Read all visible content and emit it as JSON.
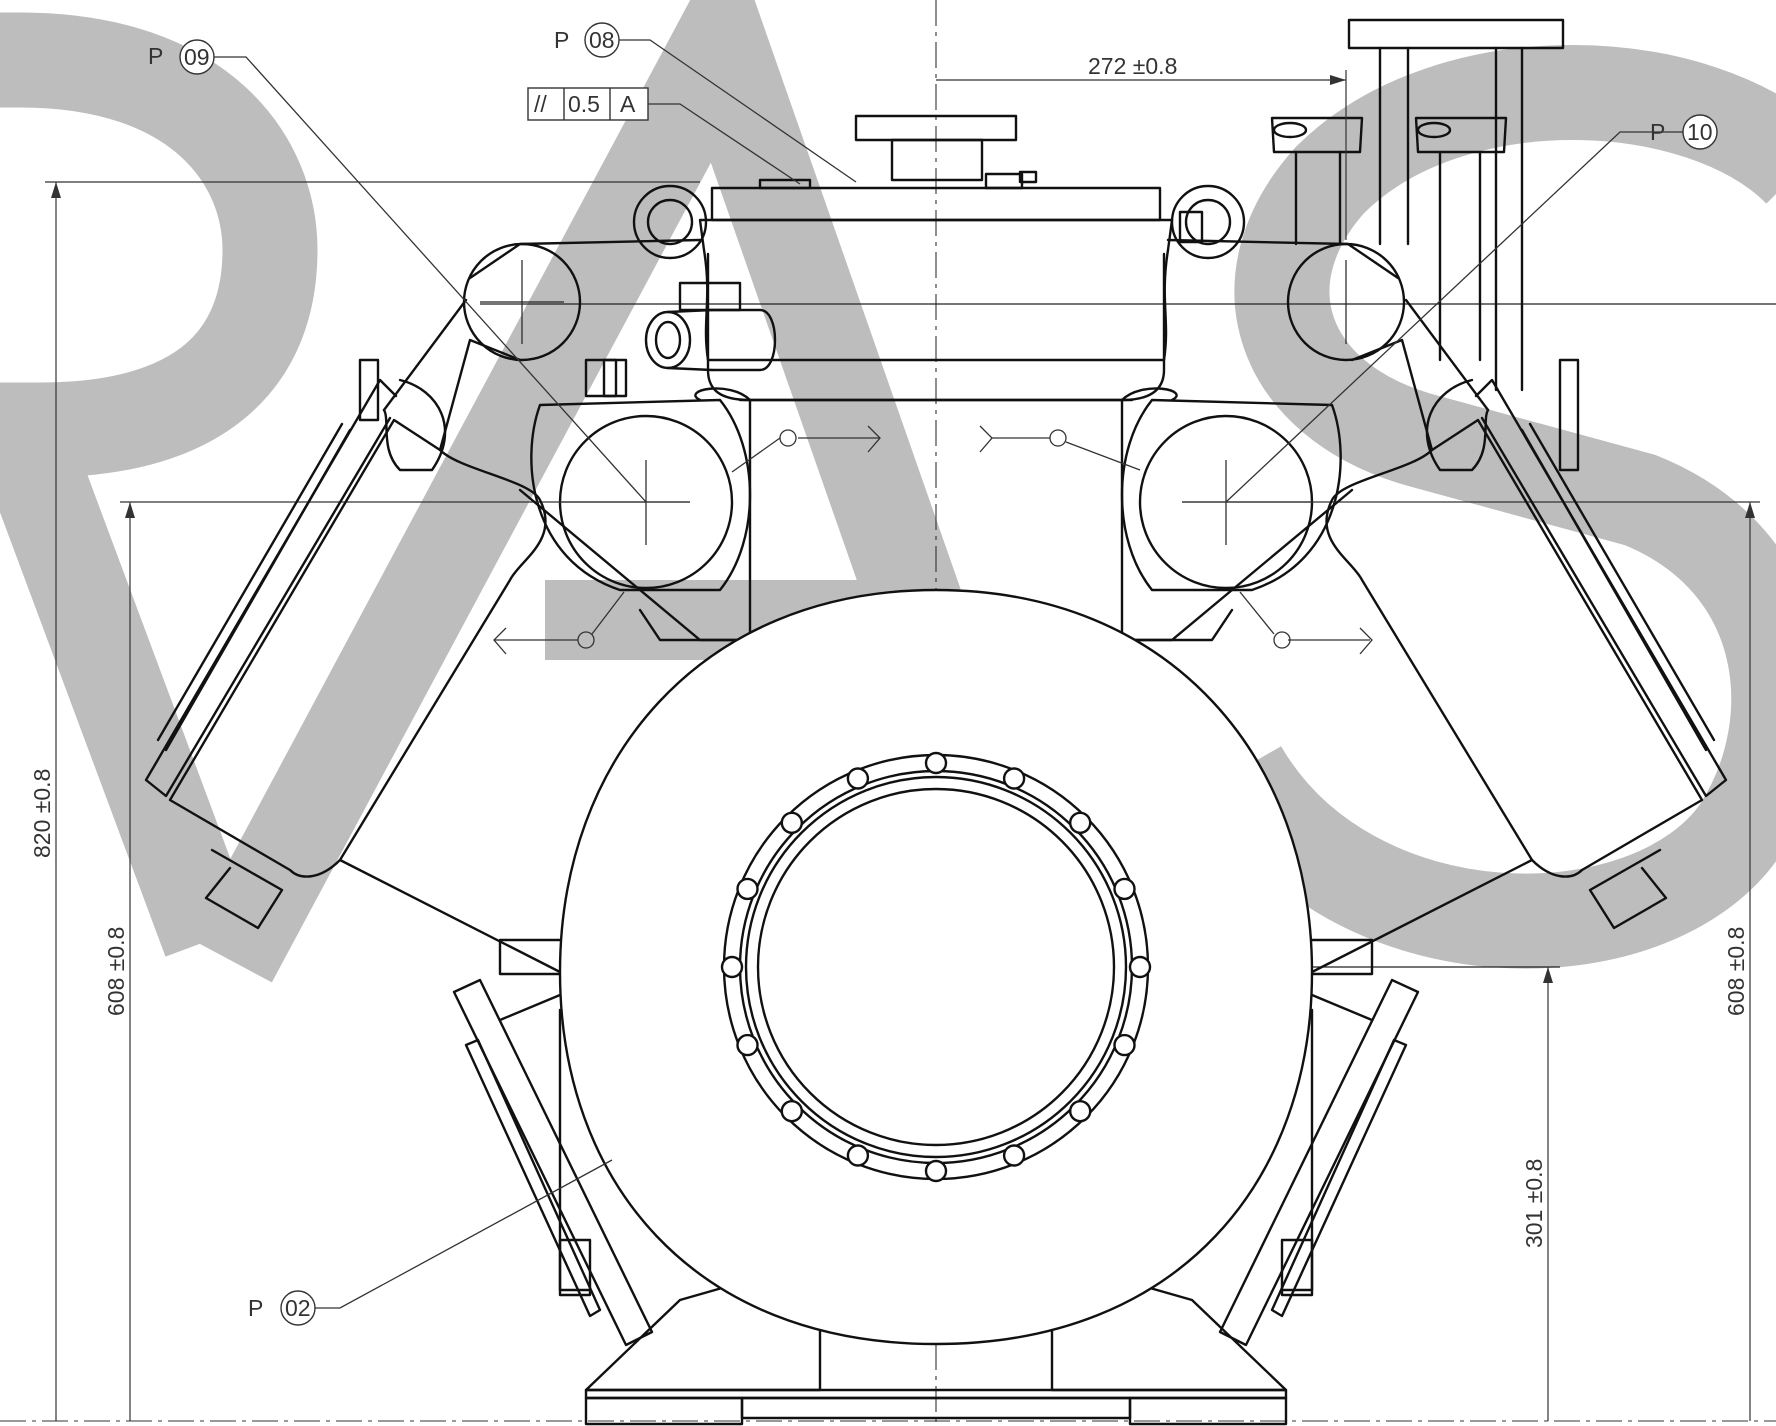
{
  "watermark": {
    "text": "RAS",
    "color": "#bdbdbd"
  },
  "dimensions": {
    "top_offset": "272 ±0.8",
    "overall_height": "820 ±0.8",
    "axis_height_left": "608 ±0.8",
    "axis_height_right": "608 ±0.8",
    "flange_center_height": "301 ±0.8"
  },
  "part_callouts": [
    {
      "prefix": "P",
      "number": "08"
    },
    {
      "prefix": "P",
      "number": "09"
    },
    {
      "prefix": "P",
      "number": "10"
    },
    {
      "prefix": "P",
      "number": "02"
    }
  ],
  "tolerance_frame": {
    "symbol": "//",
    "value": "0.5",
    "datum": "A"
  },
  "colors": {
    "line": "#111111",
    "watermark": "#bdbdbd",
    "background": "#ffffff"
  },
  "flange_bolt_count": 16
}
